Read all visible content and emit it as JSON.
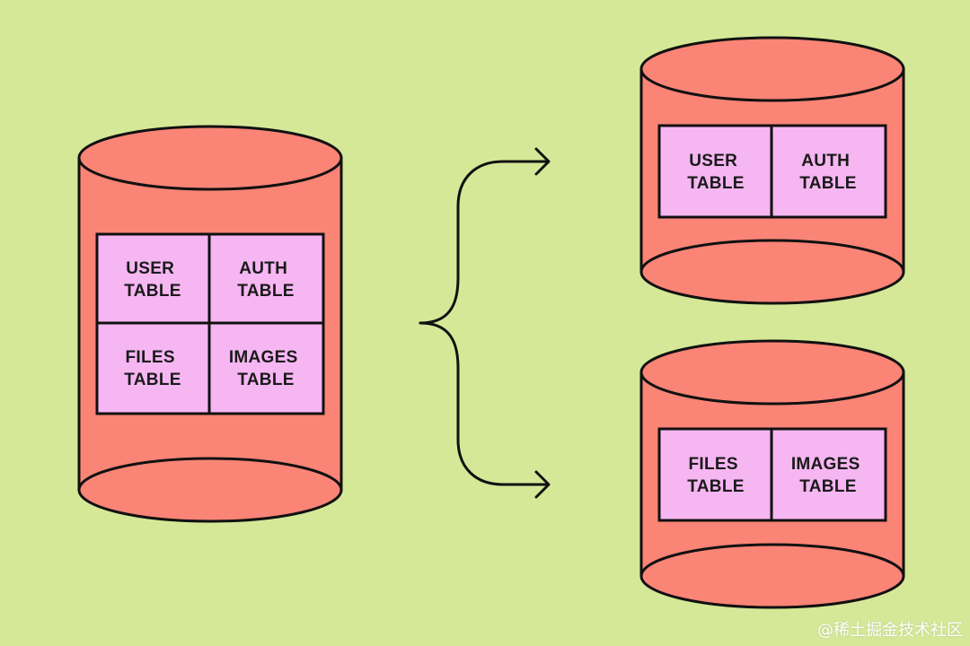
{
  "colors": {
    "background": "#d5e897",
    "cylinder_fill": "#fa8476",
    "cell_fill": "#f6b6f2",
    "stroke": "#111111"
  },
  "source_db": {
    "tables": [
      {
        "line1": "USER",
        "line2": "TABLE"
      },
      {
        "line1": "AUTH",
        "line2": "TABLE"
      },
      {
        "line1": "FILES",
        "line2": "TABLE"
      },
      {
        "line1": "IMAGES",
        "line2": "TABLE"
      }
    ]
  },
  "shard_top": {
    "tables": [
      {
        "line1": "USER",
        "line2": "TABLE"
      },
      {
        "line1": "AUTH",
        "line2": "TABLE"
      }
    ]
  },
  "shard_bottom": {
    "tables": [
      {
        "line1": "FILES",
        "line2": "TABLE"
      },
      {
        "line1": "IMAGES",
        "line2": "TABLE"
      }
    ]
  },
  "watermark": "@稀土掘金技术社区"
}
